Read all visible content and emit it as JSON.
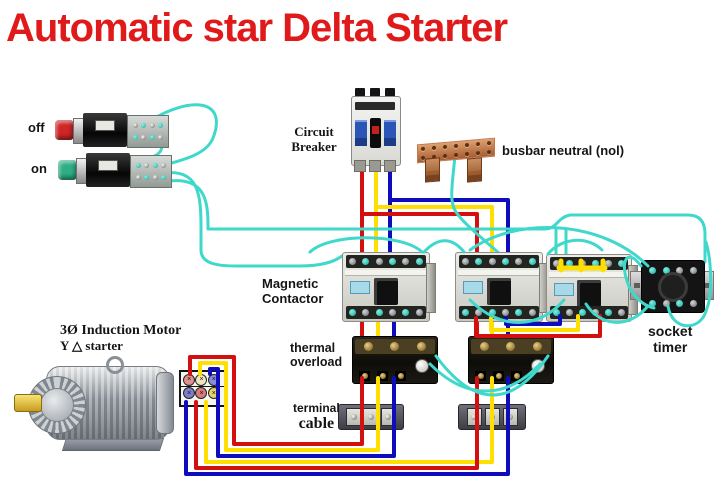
{
  "title": {
    "text": "Automatic star Delta Starter",
    "color": "#e01a1a"
  },
  "labels": {
    "off": "off",
    "on": "on",
    "circuit_breaker": [
      "Circuit",
      "Breaker"
    ],
    "busbar_neutral": "busbar neutral (nol)",
    "magnetic_contactor": [
      "Magnetic",
      "Contactor"
    ],
    "thermal_overload": [
      "thermal",
      "overload"
    ],
    "terminal_cable": [
      "terminal",
      "cable"
    ],
    "socket_timer": [
      "socket",
      "timer"
    ],
    "motor": [
      "3Ø Induction Motor",
      "Y △ starter"
    ]
  },
  "colors": {
    "phase_red": "#d40f0f",
    "phase_yellow": "#ffdf00",
    "phase_blue": "#0d0dbb",
    "control_cyan": "#3fd8cb",
    "busbar_copper": "#c0774a",
    "off_button_cap": "#cf2626",
    "on_button_cap": "#2fae85"
  }
}
